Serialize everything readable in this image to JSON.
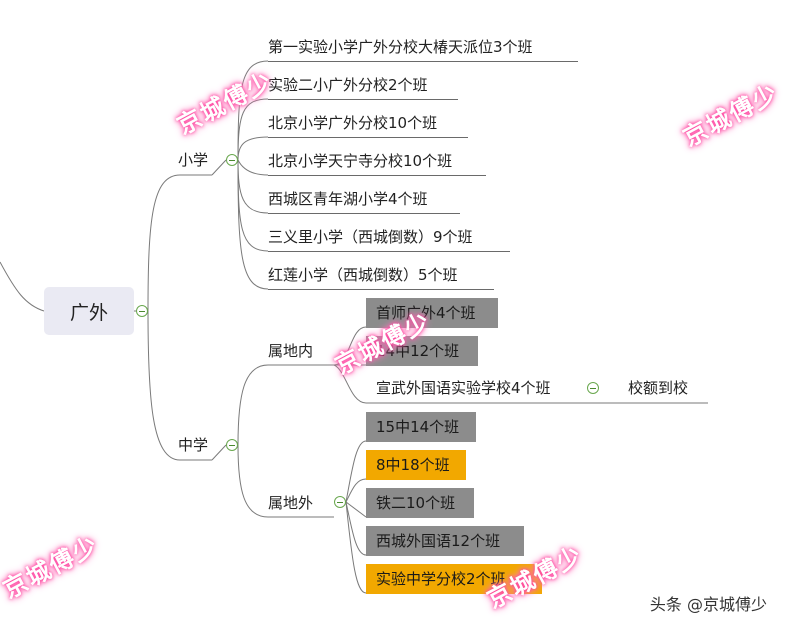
{
  "root": "广外",
  "primary": {
    "label": "小学",
    "schools": [
      "第一实验小学广外分校大椿天派位3个班",
      "实验二小广外分校2个班",
      "北京小学广外分校10个班",
      "北京小学天宁寺分校10个班",
      "西城区青年湖小学4个班",
      "三义里小学（西城倒数）9个班",
      "红莲小学（西城倒数）5个班"
    ]
  },
  "middle": {
    "label": "中学",
    "local": {
      "label": "属地内",
      "schools": [
        "首师广外4个班",
        "14中12个班",
        "宣武外国语实验学校4个班"
      ],
      "quota": "校额到校"
    },
    "outside": {
      "label": "属地外",
      "schools": [
        "15中14个班",
        "8中18个班",
        "铁二10个班",
        "西城外国语12个班",
        "实验中学分校2个班"
      ]
    }
  },
  "colors": {
    "gray_box": "#8c8c8c",
    "gold_box": "#f2a800",
    "root_bg": "#eaeaf3",
    "toggle": "#6aa84f"
  },
  "watermark": "京城傅少",
  "credit": "头条 @京城傅少"
}
